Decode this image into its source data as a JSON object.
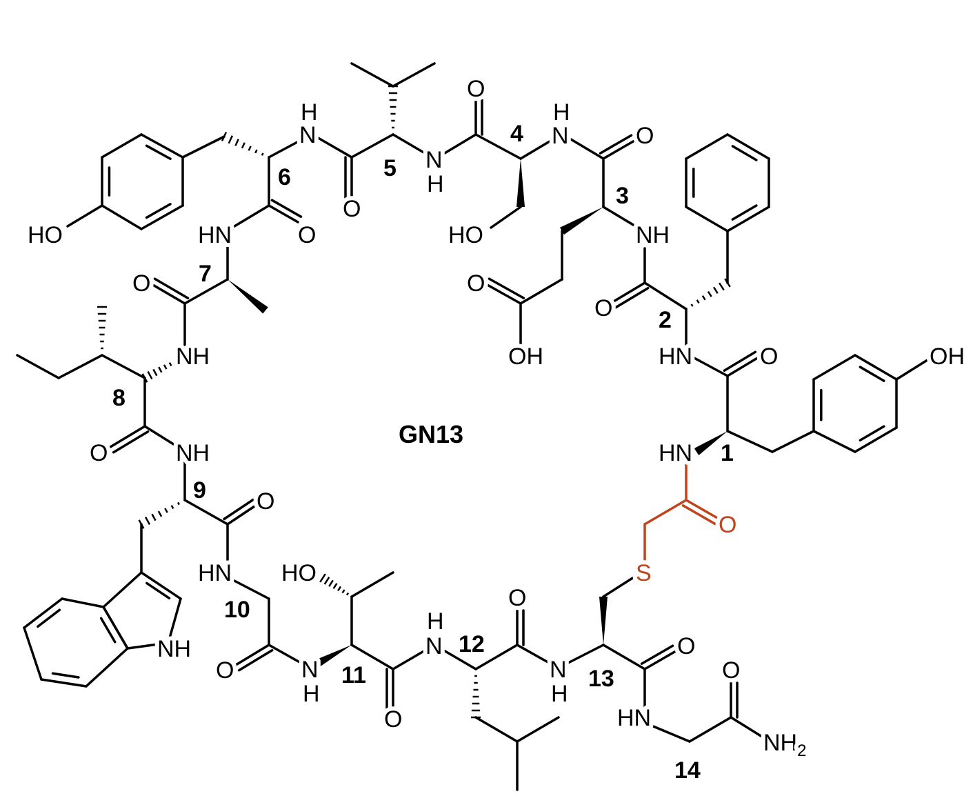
{
  "title": "GN13",
  "colors": {
    "bond": "#000000",
    "linker": "#c0441c"
  },
  "residue_numbers": [
    "1",
    "2",
    "3",
    "4",
    "5",
    "6",
    "7",
    "8",
    "9",
    "10",
    "11",
    "12",
    "13",
    "14"
  ],
  "atoms": {
    "O": "O",
    "H": "H",
    "N": "N",
    "NH": "NH",
    "HN": "HN",
    "HO": "HO",
    "OH": "OH",
    "S": "S",
    "NH2_main": "NH",
    "NH2_sub": "2"
  }
}
